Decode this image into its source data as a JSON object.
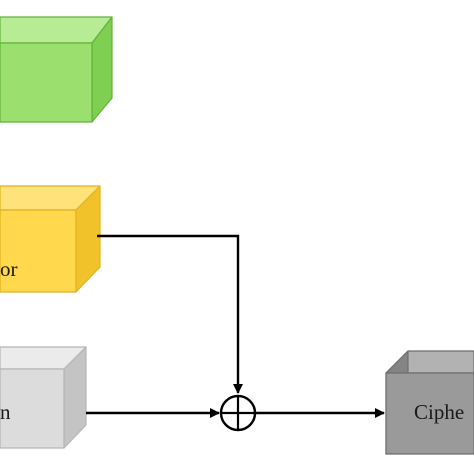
{
  "diagram": {
    "colors": {
      "green_face": "#9be06e",
      "green_top": "#b7ec95",
      "green_side": "#7fcf52",
      "green_edge": "#5fb33a",
      "yellow_face": "#ffd84d",
      "yellow_top": "#ffe27a",
      "yellow_side": "#f2c22a",
      "yellow_edge": "#e0b21e",
      "gray_face": "#dcdcdc",
      "gray_top": "#ebebeb",
      "gray_side": "#c4c4c4",
      "gray_edge": "#b5b5b5",
      "dark_face": "#9a9a9a",
      "dark_top": "#b2b2b2",
      "dark_side": "#848484",
      "dark_edge": "#6e6e6e",
      "line": "#000000"
    },
    "blocks": {
      "top_block": {
        "label": ""
      },
      "middle_block": {
        "label": "or"
      },
      "bottom_block": {
        "label": "n"
      },
      "right_block": {
        "label": "Ciphe"
      }
    },
    "operator": {
      "symbol": "xor"
    }
  }
}
